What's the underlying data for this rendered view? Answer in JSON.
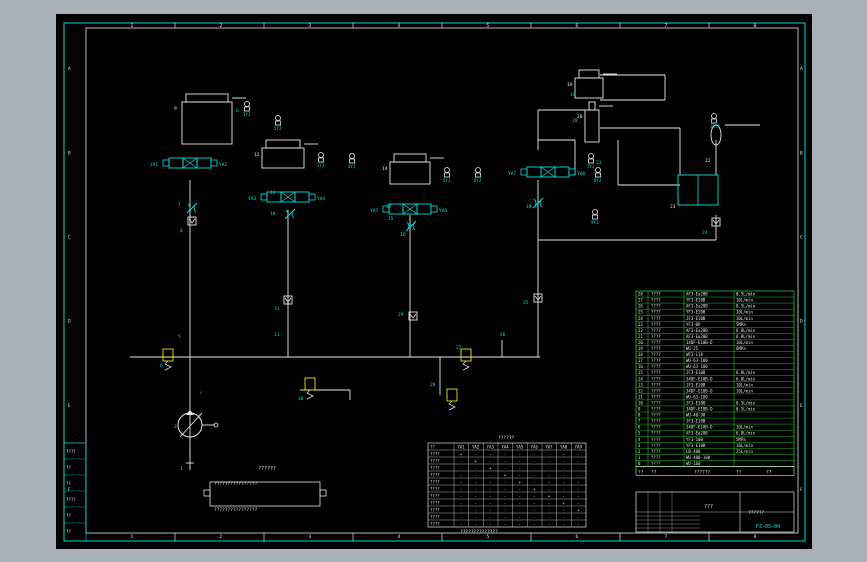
{
  "border": {
    "columns": [
      "1",
      "2",
      "3",
      "4",
      "5",
      "6",
      "7",
      "8"
    ],
    "rows": [
      "A",
      "B",
      "C",
      "D",
      "E",
      "F"
    ]
  },
  "components": [
    {
      "id": "cyl-1",
      "num": "9",
      "letter": "b"
    },
    {
      "id": "valve-a",
      "left": "YA1",
      "right": "YA2"
    },
    {
      "id": "cyl-2",
      "num": "12"
    },
    {
      "id": "valve-b",
      "left": "YA3",
      "right": "YA4"
    },
    {
      "id": "cyl-3",
      "num": "14"
    },
    {
      "id": "valve-c",
      "left": "YA5",
      "right": "YA6"
    },
    {
      "id": "valve-d",
      "left": "YA7",
      "right": "YA8"
    },
    {
      "id": "cyl-4",
      "num": "19"
    },
    {
      "id": "cyl-5",
      "num": "20"
    },
    {
      "id": "accumulator",
      "num": "22"
    },
    {
      "id": "valve-e",
      "num": "23"
    }
  ],
  "labels": {
    "n1": "1",
    "n3": "3",
    "n5": "5",
    "n6": "6",
    "n7": "7",
    "n8": "8",
    "n10": "10",
    "n11": "11",
    "n13": "13",
    "n15": "15",
    "n16": "16",
    "n17": "17",
    "n18": "18",
    "n21": "21",
    "n24": "24",
    "n25": "25",
    "n26": "26",
    "n27": "27",
    "n28": "28",
    "n29": "29",
    "n30": "30",
    "n31": "31",
    "pump_note": "c"
  },
  "gauges": [
    "1YJ",
    "2YJ",
    "3YJ",
    "4YJ",
    "5YJ",
    "6YJ",
    "7YJ",
    "8YJ",
    "9YJ",
    "10YJ"
  ],
  "parts_table": {
    "rows": [
      [
        "28",
        "????",
        "AF3-Ea20B",
        "0.5L/min"
      ],
      [
        "27",
        "????",
        "YF3-E20B",
        "10L/min"
      ],
      [
        "26",
        "????",
        "AF3-Ea20B",
        "0.5L/min"
      ],
      [
        "25",
        "????",
        "YF3-E20B",
        "10L/min"
      ],
      [
        "24",
        "????",
        "JF3-E10B",
        "10L/min"
      ],
      [
        "23",
        "????",
        "YF3-0P",
        "5MPa"
      ],
      [
        "22",
        "????",
        "AF3-Ea20B",
        "6.8L/min"
      ],
      [
        "21",
        "????",
        "AF3-Ea20B",
        "6.8L/min"
      ],
      [
        "20",
        "????",
        "34DF-E10B-D",
        "10L/min"
      ],
      [
        "19",
        "????",
        "WU-25",
        "6MPa"
      ],
      [
        "18",
        "????",
        "WF3-L18",
        ""
      ],
      [
        "17",
        "????",
        "WU-63-180",
        ""
      ],
      [
        "16",
        "????",
        "WU-63-180",
        ""
      ],
      [
        "15",
        "????",
        "JF3-E10B",
        "6.8L/min"
      ],
      [
        "14",
        "????",
        "34DF-E10B-D",
        "6.8L/min"
      ],
      [
        "13",
        "????",
        "JF3-E10B",
        "10L/min"
      ],
      [
        "12",
        "????",
        "34DF-E10B-D",
        "10L/min"
      ],
      [
        "11",
        "????",
        "WU-63-180",
        ""
      ],
      [
        "10",
        "????",
        "JF3-E10B",
        "0.5L/min"
      ],
      [
        "9",
        "????",
        "34DF-E10B-D",
        "0.5L/min"
      ],
      [
        "8",
        "????",
        "WU-40-90",
        ""
      ],
      [
        "7",
        "????",
        "JF3-E10B",
        ""
      ],
      [
        "6",
        "????",
        "34DF-E10B-D",
        "10L/min"
      ],
      [
        "5",
        "????",
        "AF3-Ea20B",
        "6.8L/min"
      ],
      [
        "4",
        "????",
        "YF3-10B",
        "5MPa"
      ],
      [
        "3",
        "????",
        "YF3-E10B",
        "10L/min"
      ],
      [
        "2",
        "????",
        "LB-400",
        "25L/min"
      ],
      [
        "1",
        "????",
        "WU-400-180",
        ""
      ],
      [
        "0",
        "????",
        "WU-160",
        ""
      ]
    ],
    "footer": [
      "??",
      "??",
      "??????",
      "??",
      "??"
    ]
  },
  "title_block": {
    "name": "???",
    "code": "??????",
    "drawing_no": "PZ-05-00"
  },
  "solenoid_table": {
    "title": "??????",
    "headers": [
      "??",
      "YA1",
      "YA2",
      "YA3",
      "YA4",
      "YA5",
      "YA6",
      "YA7",
      "YA8",
      "YA9"
    ],
    "rows": [
      [
        "????",
        "+",
        "-",
        "-",
        "-",
        "-",
        "-",
        "-",
        "-",
        "-"
      ],
      [
        "????",
        "-",
        "+",
        "-",
        "-",
        "-",
        "-",
        "-",
        "-",
        "-"
      ],
      [
        "????",
        "-",
        "-",
        "+",
        "-",
        "-",
        "-",
        "-",
        "-",
        "-"
      ],
      [
        "????",
        "-",
        "-",
        "-",
        "+",
        "-",
        "-",
        "-",
        "-",
        "-"
      ],
      [
        "????",
        "-",
        "-",
        "-",
        "-",
        "+",
        "-",
        "-",
        "-",
        "-"
      ],
      [
        "????",
        "-",
        "-",
        "-",
        "-",
        "-",
        "+",
        "-",
        "-",
        "-"
      ],
      [
        "????",
        "-",
        "-",
        "-",
        "-",
        "-",
        "-",
        "+",
        "-",
        "-"
      ],
      [
        "????",
        "-",
        "-",
        "-",
        "-",
        "-",
        "-",
        "-",
        "+",
        "-"
      ],
      [
        "????",
        "-",
        "-",
        "-",
        "-",
        "-",
        "-",
        "-",
        "-",
        "+"
      ],
      [
        "????",
        "-",
        "-",
        "-",
        "-",
        "-",
        "-",
        "-",
        "-",
        "-"
      ],
      [
        "????",
        "-",
        "-",
        "-",
        "-",
        "-",
        "-",
        "-",
        "-",
        "-"
      ]
    ],
    "caption": "??????????????"
  },
  "bottom_box": {
    "title": "??????",
    "line1": "????????????????",
    "line2": "????????????????"
  },
  "left_stamp": [
    "????",
    "??",
    "??",
    "????",
    "??",
    "??"
  ]
}
